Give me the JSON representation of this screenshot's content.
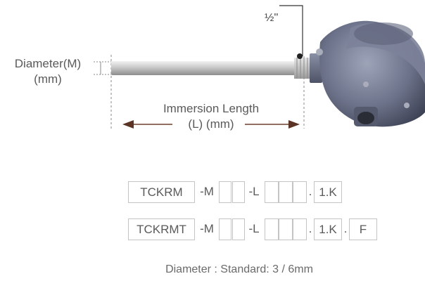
{
  "diagram": {
    "fitting_label": "½''",
    "diameter_label_line1": "Diameter(M)",
    "diameter_label_line2": "(mm)",
    "immersion_label_line1": "Immersion Length",
    "immersion_label_line2": "(L) (mm)"
  },
  "codes": {
    "row1": {
      "model": "TCKRM",
      "dash_m": "-M",
      "dash_l": "-L",
      "dot": ".",
      "suffix": "1.K"
    },
    "row2": {
      "model": "TCKRMT",
      "dash_m": "-M",
      "dash_l": "-L",
      "dot1": ".",
      "suffix": "1.K",
      "dot2": ".",
      "option": "F"
    }
  },
  "footnote": "Diameter : Standard: 3 / 6mm"
}
